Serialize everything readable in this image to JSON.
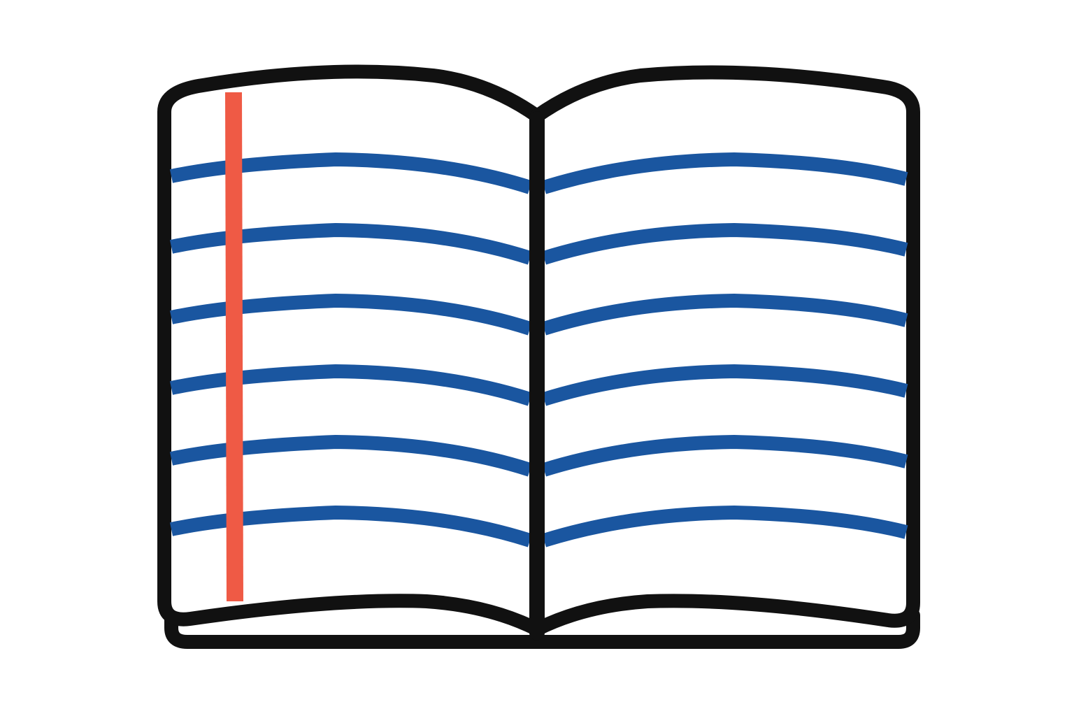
{
  "illustration": {
    "subject": "open-notebook-icon",
    "colors": {
      "background": "#ffffff",
      "outline": "#111111",
      "ruled_lines": "#1a56a0",
      "margin_line": "#ef5a45"
    },
    "pages": [
      {
        "side": "left",
        "ruled_line_count": 6,
        "has_margin_line": true
      },
      {
        "side": "right",
        "ruled_line_count": 6,
        "has_margin_line": false
      }
    ]
  }
}
